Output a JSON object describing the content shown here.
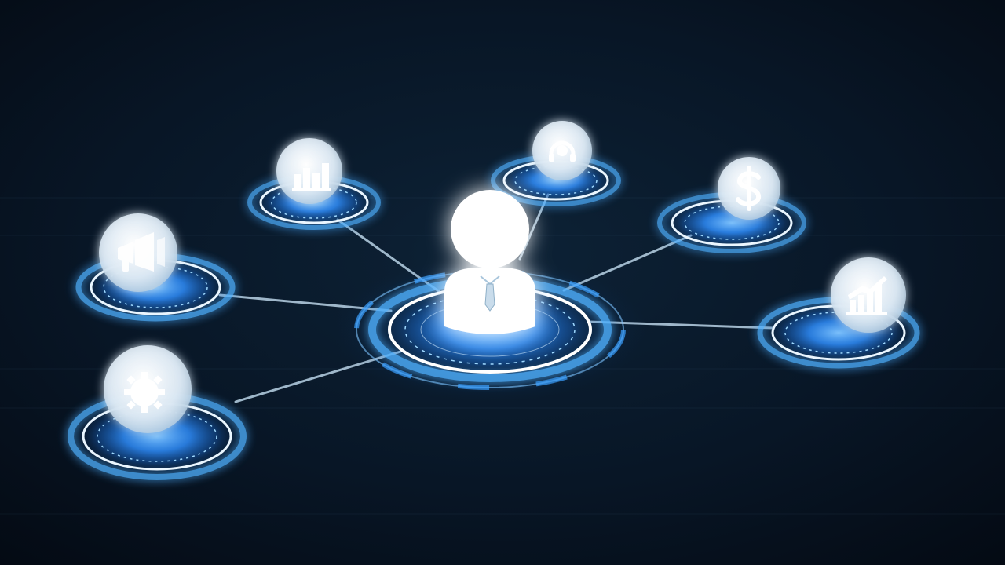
{
  "scene": {
    "subject": "person-network-hub",
    "colors": {
      "background_dark": "#050c16",
      "background_mid": "#0b1d30",
      "glow_blue": "#2f8fff",
      "ring_cyan": "#9fd9ff",
      "ring_white": "#eaf6ff",
      "icon_bubble": "#e9f1f8",
      "icon_glyph": "#ffffff",
      "connector": "#b9d3e6"
    },
    "hub": {
      "icon": "person-with-tie-icon"
    },
    "nodes": [
      {
        "id": "bar-chart",
        "icon": "bar-chart-icon"
      },
      {
        "id": "headset",
        "icon": "headset-icon"
      },
      {
        "id": "dollar",
        "icon": "dollar-icon"
      },
      {
        "id": "megaphone",
        "icon": "megaphone-icon"
      },
      {
        "id": "growth-chart",
        "icon": "growth-chart-icon"
      },
      {
        "id": "gear",
        "icon": "gear-icon"
      }
    ]
  }
}
